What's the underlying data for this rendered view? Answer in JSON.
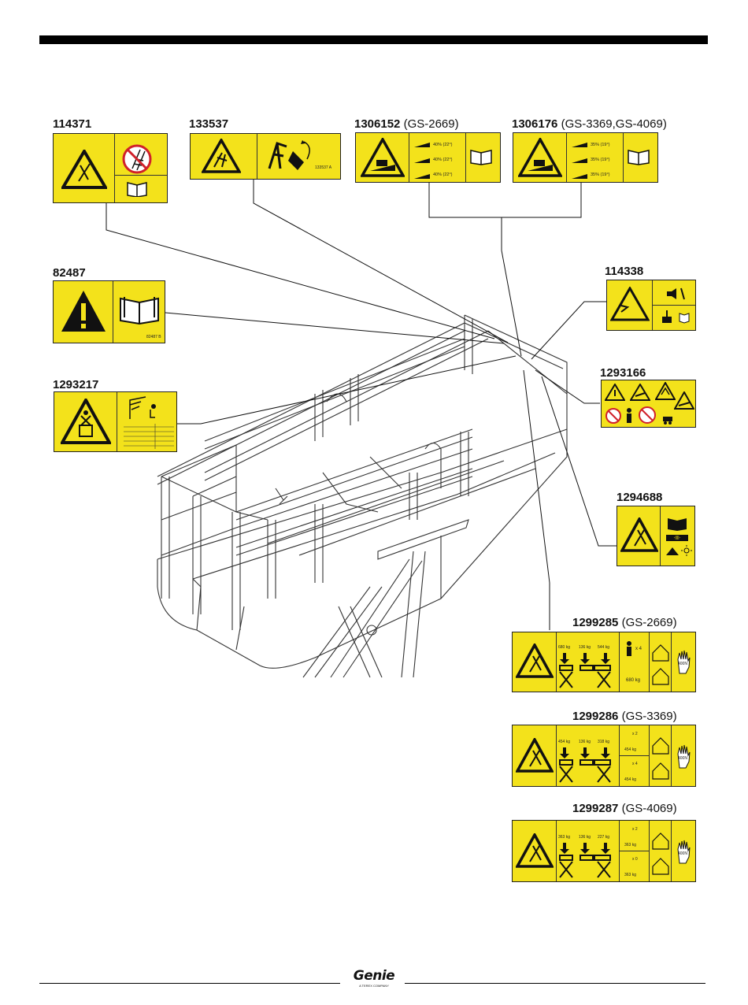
{
  "page": {
    "logo_text": "Genie",
    "logo_subtext": "A TEREX COMPANY"
  },
  "decals": [
    {
      "id": "d1",
      "part_number": "114371",
      "model": ""
    },
    {
      "id": "d2",
      "part_number": "133537",
      "model": ""
    },
    {
      "id": "d3",
      "part_number": "1306152",
      "model": "(GS-2669)"
    },
    {
      "id": "d4",
      "part_number": "1306176",
      "model": "(GS-3369,GS-4069)"
    },
    {
      "id": "d5",
      "part_number": "82487",
      "model": ""
    },
    {
      "id": "d6",
      "part_number": "114338",
      "model": ""
    },
    {
      "id": "d7",
      "part_number": "1293166",
      "model": ""
    },
    {
      "id": "d8",
      "part_number": "1293217",
      "model": ""
    },
    {
      "id": "d9",
      "part_number": "1294688",
      "model": ""
    },
    {
      "id": "d10",
      "part_number": "1299285",
      "model": "(GS-2669)"
    },
    {
      "id": "d11",
      "part_number": "1299286",
      "model": "(GS-3369)"
    },
    {
      "id": "d12",
      "part_number": "1299287",
      "model": "(GS-4069)"
    }
  ],
  "decal_text": {
    "d3_angles": [
      "40% (22°)",
      "40% (22°)",
      "40% (22°)"
    ],
    "d4_angles": [
      "35% (19°)",
      "35% (19°)",
      "35% (19°)"
    ],
    "d10_loads": [
      "680 kg",
      "136 kg",
      "544 kg",
      "x 4",
      "680 kg"
    ],
    "d11_loads": [
      "454 kg",
      "136 kg",
      "318 kg",
      "x 2",
      "454 kg",
      "x 4",
      "454 kg"
    ],
    "d12_loads": [
      "363 kg",
      "136 kg",
      "227 kg",
      "x 2",
      "363 kg",
      "x 0",
      "363 kg"
    ],
    "hand_text": "400N",
    "d2_code": "133537 A",
    "d5_code": "82487 B",
    "d9_badge": "-||||-"
  },
  "colors": {
    "decal_yellow": "#f3e21b",
    "outline": "#222222",
    "drawing_line": "#333333",
    "prohibition_red": "#d0202a"
  }
}
